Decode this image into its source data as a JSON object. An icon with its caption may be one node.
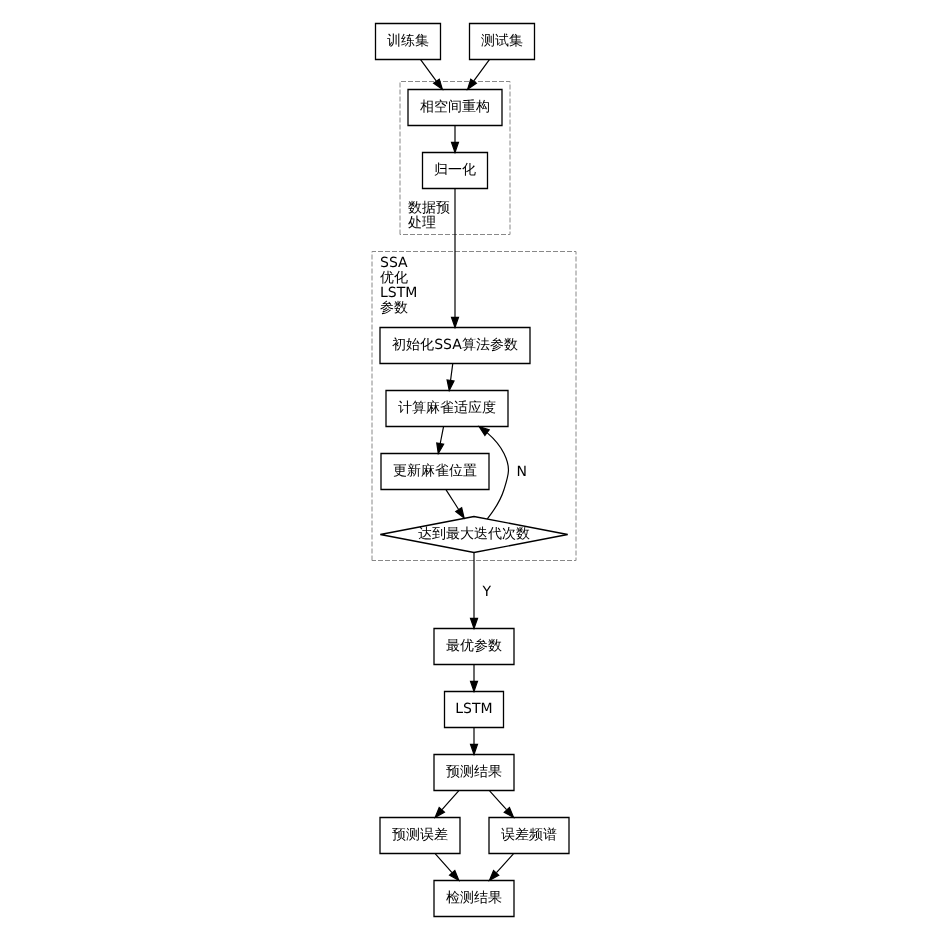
{
  "diagram": {
    "nodes": [
      {
        "text": [
          "训练集"
        ]
      },
      {
        "text": [
          "测试集"
        ]
      },
      {
        "text": [
          "数据预处理"
        ]
      },
      {
        "text": [
          "相空间重构"
        ],
        "in": 2
      },
      {
        "text": [
          "归一化"
        ],
        "in": 2
      },
      {
        "text": [
          "SSA优化LSTM参数"
        ]
      },
      {
        "text": [
          "初始化SSA算法参数"
        ],
        "in": 5
      },
      {
        "text": [
          "计算麻雀适应度"
        ],
        "in": 5
      },
      {
        "text": [
          "更新麻雀位置"
        ],
        "in": 5
      },
      {
        "text": [
          "达到最大迭代次数"
        ],
        "in": 5
      },
      {
        "text": [
          "最优参数"
        ]
      },
      {
        "text": [
          "LSTM"
        ]
      },
      {
        "text": [
          "预测结果"
        ]
      },
      {
        "text": [
          "预测误差"
        ]
      },
      {
        "text": [
          "误差频谱"
        ]
      },
      {
        "text": [
          "检测结果"
        ]
      }
    ],
    "edges": [
      {
        "from": 0,
        "to": 3,
        "arrow": "to"
      },
      {
        "from": 1,
        "to": 3,
        "arrow": "to"
      },
      {
        "from": 3,
        "to": 4,
        "arrow": "to"
      },
      {
        "from": 4,
        "to": 6,
        "arrow": "to"
      },
      {
        "from": 6,
        "to": 7,
        "arrow": "to"
      },
      {
        "from": 7,
        "to": 8,
        "arrow": "to"
      },
      {
        "from": 8,
        "to": 9,
        "arrow": "to"
      },
      {
        "from": 9,
        "to": 7,
        "arrow": "to",
        "label": "N"
      },
      {
        "from": 9,
        "to": 10,
        "arrow": "to",
        "label": "Y"
      },
      {
        "from": 10,
        "to": 11,
        "arrow": "to"
      },
      {
        "from": 11,
        "to": 12,
        "arrow": "to"
      },
      {
        "from": 12,
        "to": 13,
        "arrow": "to"
      },
      {
        "from": 12,
        "to": 14,
        "arrow": "to"
      },
      {
        "from": 13,
        "to": 15,
        "arrow": "to"
      },
      {
        "from": 14,
        "to": 15,
        "arrow": "to"
      }
    ]
  }
}
